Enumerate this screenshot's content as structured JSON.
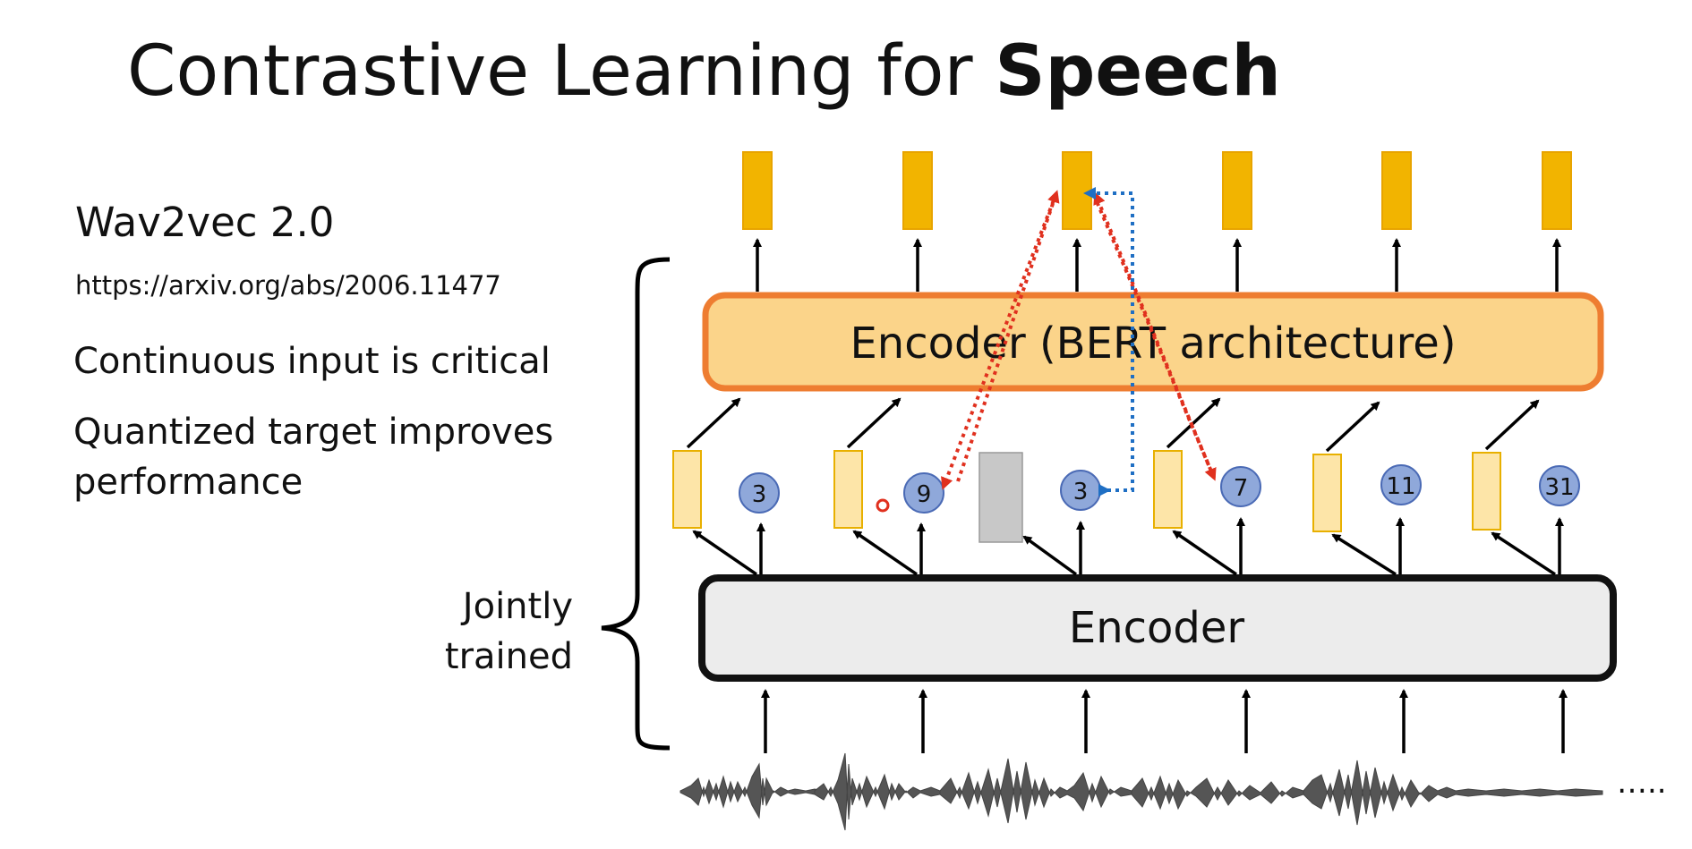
{
  "slide": {
    "title_regular": "Contrastive Learning for ",
    "title_bold": "Speech",
    "model_name": "Wav2vec 2.0",
    "paper_url": "https://arxiv.org/abs/2006.11477",
    "points": [
      "Continuous input is critical",
      "Quantized target improves performance"
    ],
    "bracket_label": "Jointly trained"
  },
  "diagram": {
    "top_encoder_label": "Encoder (BERT architecture)",
    "bottom_encoder_label": "Encoder",
    "quantized_tokens": [
      "3",
      "9",
      "3",
      "7",
      "11",
      "31"
    ],
    "trailing_ellipsis": "…..",
    "colors": {
      "output_bar": "#f2b400",
      "bert_fill": "#fbd48a",
      "bert_border": "#ee7d31",
      "feature_fill": "#fde5a8",
      "token_fill": "#8fa8da",
      "token_border": "#4a6ab5",
      "mask_fill": "#c8c8c8",
      "encoder_fill": "#ececec",
      "positive_arrow": "#e0301e",
      "negative_arrow": "#1f6fc4"
    },
    "icons": [
      "up-arrow-icon",
      "dotted-arrow-icon",
      "waveform-icon",
      "brace-icon"
    ]
  }
}
